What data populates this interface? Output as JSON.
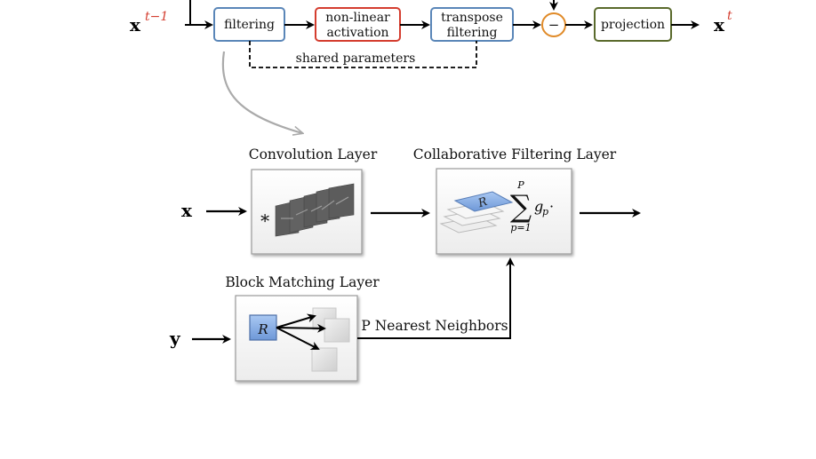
{
  "pipeline": {
    "input_var": "x",
    "input_sup": "t−1",
    "output_var": "x",
    "output_sup": "t",
    "box_filtering": "filtering",
    "box_nonlinear_1": "non-linear",
    "box_nonlinear_2": "activation",
    "box_transpose_1": "transpose",
    "box_transpose_2": "filtering",
    "minus_sign": "−",
    "box_projection": "projection",
    "shared_label": "shared parameters"
  },
  "layers": {
    "convolution_title": "Convolution Layer",
    "convolution_symbol": "∗",
    "collab_title": "Collaborative Filtering Layer",
    "block_title": "Block Matching Layer",
    "x_input": "x",
    "y_input": "y",
    "r_label_block": "R",
    "r_label_collab": "R",
    "neighbors_label": "P Nearest Neighbors",
    "sum_symbol": "∑",
    "sum_upper": "P",
    "sum_lower": "p=1",
    "sum_term": "g",
    "sum_term_sub": "p",
    "sum_dot": "·"
  },
  "colors": {
    "filtering_border": "#5a86b8",
    "nonlinear_border": "#d43d2f",
    "transpose_border": "#5a86b8",
    "minus_border": "#e08a28",
    "projection_border": "#5a6a2c",
    "neighbors_text": "#d43d2f",
    "curve_gray": "#aaaaaa",
    "patch_blue": "#8fb4e8"
  }
}
